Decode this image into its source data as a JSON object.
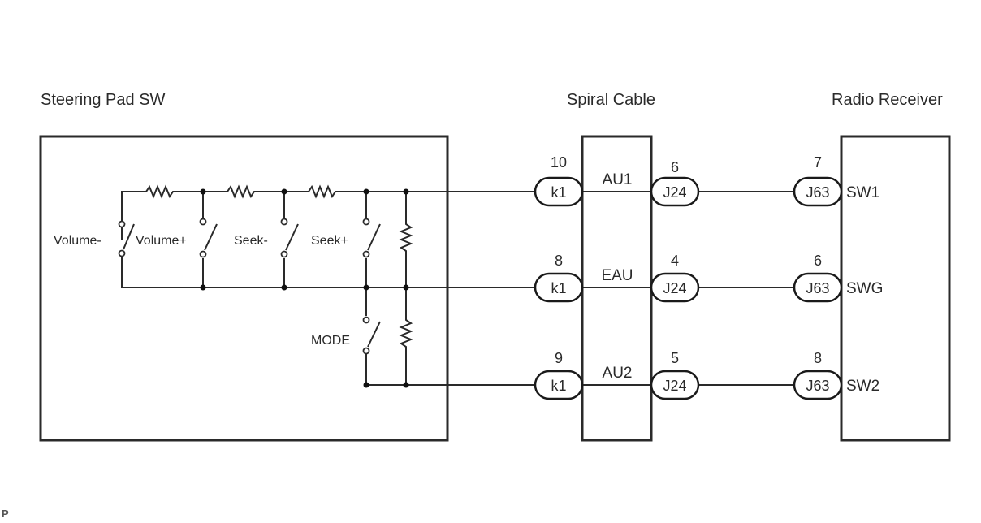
{
  "components": {
    "steering_pad": {
      "title": "Steering Pad SW",
      "switches": [
        {
          "id": "volume-minus",
          "label": "Volume-"
        },
        {
          "id": "volume-plus",
          "label": "Volume+"
        },
        {
          "id": "seek-minus",
          "label": "Seek-"
        },
        {
          "id": "seek-plus",
          "label": "Seek+"
        },
        {
          "id": "mode",
          "label": "MODE"
        }
      ]
    },
    "spiral_cable": {
      "title": "Spiral Cable",
      "signals": [
        "AU1",
        "EAU",
        "AU2"
      ]
    },
    "radio_receiver": {
      "title": "Radio Receiver",
      "terminals": [
        "SW1",
        "SWG",
        "SW2"
      ]
    }
  },
  "circuits": [
    {
      "in_connector": {
        "name": "k1",
        "pin": "10"
      },
      "signal": "AU1",
      "out_connector": {
        "name": "J24",
        "pin": "6"
      },
      "radio_connector": {
        "name": "J63",
        "pin": "7"
      },
      "radio_terminal": "SW1"
    },
    {
      "in_connector": {
        "name": "k1",
        "pin": "8"
      },
      "signal": "EAU",
      "out_connector": {
        "name": "J24",
        "pin": "4"
      },
      "radio_connector": {
        "name": "J63",
        "pin": "6"
      },
      "radio_terminal": "SWG"
    },
    {
      "in_connector": {
        "name": "k1",
        "pin": "9"
      },
      "signal": "AU2",
      "out_connector": {
        "name": "J24",
        "pin": "5"
      },
      "radio_connector": {
        "name": "J63",
        "pin": "8"
      },
      "radio_terminal": "SW2"
    }
  ],
  "footer_mark": "P"
}
